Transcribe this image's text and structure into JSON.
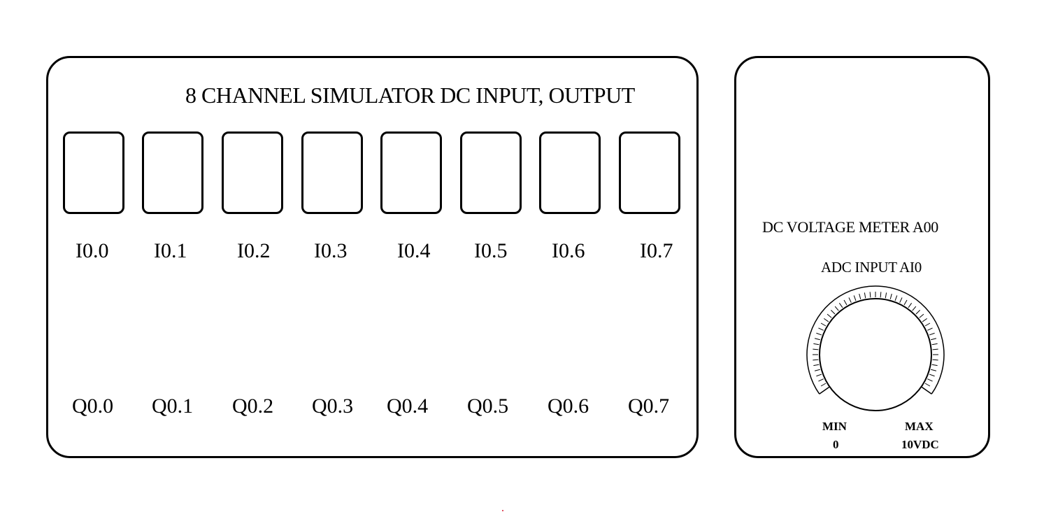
{
  "simulator": {
    "title": "8 CHANNEL SIMULATOR DC INPUT, OUTPUT",
    "input_labels": [
      "I0.0",
      "I0.1",
      "I0.2",
      "I0.3",
      "I0.4",
      "I0.5",
      "I0.6",
      "I0.7"
    ],
    "output_labels": [
      "Q0.0",
      "Q0.1",
      "Q0.2",
      "Q0.3",
      "Q0.4",
      "Q0.5",
      "Q0.6",
      "Q0.7"
    ]
  },
  "meter": {
    "title": "DC VOLTAGE METER A00",
    "adc_title": "ADC INPUT AI0",
    "min_label": "MIN",
    "min_value": "0",
    "max_label": "MAX",
    "max_value": "10VDC"
  }
}
